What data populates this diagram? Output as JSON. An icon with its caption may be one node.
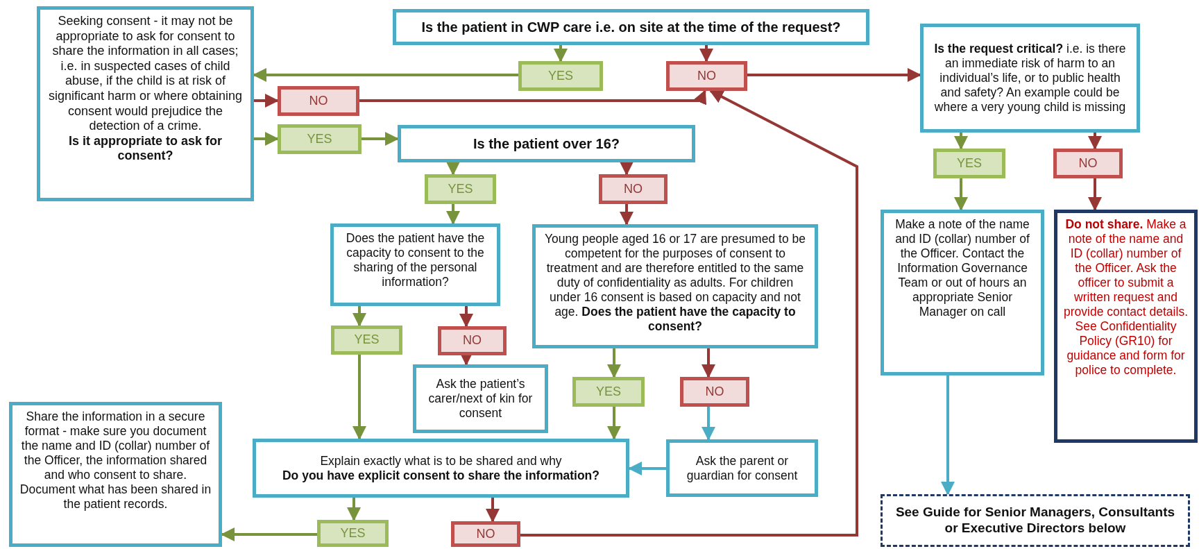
{
  "diagram": {
    "nodes": [
      {
        "text": [
          "Seeking consent - it may not be appropriate to ask for consent to share the information in all cases; i.e. in suspected cases of child abuse, if the child is at risk of significant harm or where obtaining consent would prejudice the detection of a crime.",
          "Is it appropriate to ask for consent?"
        ]
      },
      {
        "text": [
          "Is the patient in CWP care i.e. on site at the time of the request?"
        ]
      },
      {
        "text": [
          "YES"
        ]
      },
      {
        "text": [
          "NO"
        ]
      },
      {
        "text": [
          "**Is the request critical?** i.e. is there an immediate risk of harm to an individual’s life, or to public health and safety? An example could be where a very young child is missing"
        ]
      },
      {
        "text": [
          "NO"
        ]
      },
      {
        "text": [
          "YES"
        ]
      },
      {
        "text": [
          "Is the patient over 16?"
        ]
      },
      {
        "text": [
          "YES"
        ]
      },
      {
        "text": [
          "NO"
        ]
      },
      {
        "text": [
          "Does the patient have the capacity to consent to the sharing of the personal information?"
        ]
      },
      {
        "text": [
          "Young people aged 16 or 17 are presumed to be competent for the purposes of consent to treatment and are therefore entitled to the same duty of confidentiality as adults. For children under 16 consent is based on capacity and not age.  **Does the patient have the capacity to consent?**"
        ]
      },
      {
        "text": [
          "YES"
        ]
      },
      {
        "text": [
          "NO"
        ]
      },
      {
        "text": [
          "Ask the patient’s carer/next of kin for consent"
        ]
      },
      {
        "text": [
          "YES"
        ]
      },
      {
        "text": [
          "NO"
        ]
      },
      {
        "text": [
          "Explain exactly what is to be shared and why",
          "Do you have explicit consent to share the information?"
        ]
      },
      {
        "text": [
          "Ask the parent or guardian for consent"
        ]
      },
      {
        "text": [
          "Share the information in a secure format - make sure you document the name and ID (collar) number of the Officer, the information shared and who consent to share. Document what has been shared in the patient records."
        ]
      },
      {
        "text": [
          "YES"
        ]
      },
      {
        "text": [
          "NO"
        ]
      },
      {
        "text": [
          "Make a note of the name and ID (collar) number of the Officer. Contact the Information Governance Team or out of hours an appropriate Senior Manager on call"
        ]
      },
      {
        "text": [
          "**Do not share.** Make a note of the name and ID (collar) number of the Officer. Ask the officer to submit a written request and provide contact details.  See Confidentiality Policy (GR10) for guidance and form for police to complete."
        ]
      },
      {
        "text": [
          "See Guide for Senior Managers, Consultants or Executive Directors below"
        ]
      },
      {
        "text": [
          "YES"
        ]
      },
      {
        "text": [
          "NO"
        ]
      }
    ],
    "edges": [
      {
        "from": 1,
        "to": 2,
        "arrow": "to",
        "color": "#77933c"
      },
      {
        "from": 1,
        "to": 3,
        "arrow": "to",
        "color": "#953735"
      },
      {
        "from": 2,
        "to": 0,
        "arrow": "to",
        "color": "#77933c"
      },
      {
        "from": 3,
        "to": 4,
        "arrow": "to",
        "color": "#953735"
      },
      {
        "from": 0,
        "to": 5,
        "arrow": "to",
        "color": "#953735"
      },
      {
        "from": 5,
        "to": 3,
        "arrow": "to",
        "color": "#953735"
      },
      {
        "from": 0,
        "to": 6,
        "arrow": "to",
        "color": "#77933c"
      },
      {
        "from": 6,
        "to": 7,
        "arrow": "to",
        "color": "#77933c"
      },
      {
        "from": 7,
        "to": 8,
        "arrow": "to",
        "color": "#77933c"
      },
      {
        "from": 7,
        "to": 9,
        "arrow": "to",
        "color": "#953735"
      },
      {
        "from": 8,
        "to": 10,
        "arrow": "to",
        "color": "#77933c"
      },
      {
        "from": 9,
        "to": 11,
        "arrow": "to",
        "color": "#953735"
      },
      {
        "from": 10,
        "to": 12,
        "arrow": "to",
        "color": "#77933c"
      },
      {
        "from": 10,
        "to": 13,
        "arrow": "to",
        "color": "#953735"
      },
      {
        "from": 13,
        "to": 14,
        "arrow": "to",
        "color": "#953735"
      },
      {
        "from": 12,
        "to": 17,
        "arrow": "to",
        "color": "#77933c"
      },
      {
        "from": 11,
        "to": 15,
        "arrow": "to",
        "color": "#77933c"
      },
      {
        "from": 15,
        "to": 17,
        "arrow": "to",
        "color": "#77933c"
      },
      {
        "from": 11,
        "to": 16,
        "arrow": "to",
        "color": "#953735"
      },
      {
        "from": 16,
        "to": 18,
        "arrow": "to",
        "color": "#4bacc6"
      },
      {
        "from": 18,
        "to": 17,
        "arrow": "to",
        "color": "#4bacc6"
      },
      {
        "from": 17,
        "to": 20,
        "arrow": "to",
        "color": "#77933c"
      },
      {
        "from": 17,
        "to": 21,
        "arrow": "to",
        "color": "#953735"
      },
      {
        "from": 20,
        "to": 19,
        "arrow": "to",
        "color": "#77933c"
      },
      {
        "from": 21,
        "to": 3,
        "arrow": "to",
        "color": "#953735"
      },
      {
        "from": 4,
        "to": 25,
        "arrow": "to",
        "color": "#77933c"
      },
      {
        "from": 4,
        "to": 26,
        "arrow": "to",
        "color": "#953735"
      },
      {
        "from": 25,
        "to": 22,
        "arrow": "to",
        "color": "#77933c"
      },
      {
        "from": 26,
        "to": 23,
        "arrow": "to",
        "color": "#953735"
      },
      {
        "from": 22,
        "to": 24,
        "arrow": "to",
        "color": "#4bacc6"
      }
    ]
  }
}
